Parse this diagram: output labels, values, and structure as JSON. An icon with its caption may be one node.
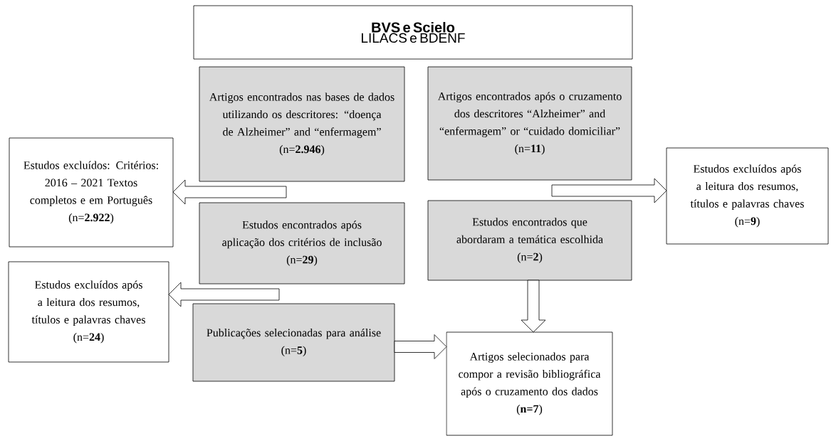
{
  "diagram": {
    "nodes": [
      {
        "text": [
          "BVS e Scielo",
          "LILACS e BDENF"
        ]
      },
      {
        "text": [
          "Artigos encontrados nas bases de dados utilizando os descritores: “doença de Alzheimer” and “enfermagem”",
          "(n=**2.946**)"
        ]
      },
      {
        "text": [
          "Artigos encontrados após o cruzamento dos descritores “Alzheimer” and “enfermagem” or “cuidado domiciliar”",
          "(n=**11**)"
        ]
      },
      {
        "text": [
          "Estudos excluídos: Critérios: 2016 – 2021 Textos completos e em Português",
          "(n=**2.922**)"
        ]
      },
      {
        "text": [
          "Estudos excluídos após a leitura dos resumos, títulos e palavras chaves",
          "(n=**9**)"
        ]
      },
      {
        "text": [
          "Estudos encontrados após aplicação dos critérios de inclusão",
          "(n=**29**)"
        ]
      },
      {
        "text": [
          "Estudos encontrados que abordaram a temática escolhida",
          "(n=**2**)"
        ]
      },
      {
        "text": [
          "Estudos excluídos após a leitura dos resumos, títulos e palavras chaves",
          "(n=**24**)"
        ]
      },
      {
        "text": [
          "Publicações selecionadas para análise",
          "(n=**5**)"
        ]
      },
      {
        "text": [
          "Artigos selecionados para compor a revisão bibliográfica após o cruzamento dos dados",
          "(**n=7**)"
        ]
      }
    ],
    "edges": [
      {
        "from": 1,
        "to": 3,
        "arrow": "to"
      },
      {
        "from": 2,
        "to": 4,
        "arrow": "to"
      },
      {
        "from": 5,
        "to": 7,
        "arrow": "to"
      },
      {
        "from": 6,
        "to": 9,
        "arrow": "to"
      },
      {
        "from": 8,
        "to": 9,
        "arrow": "to"
      }
    ]
  }
}
